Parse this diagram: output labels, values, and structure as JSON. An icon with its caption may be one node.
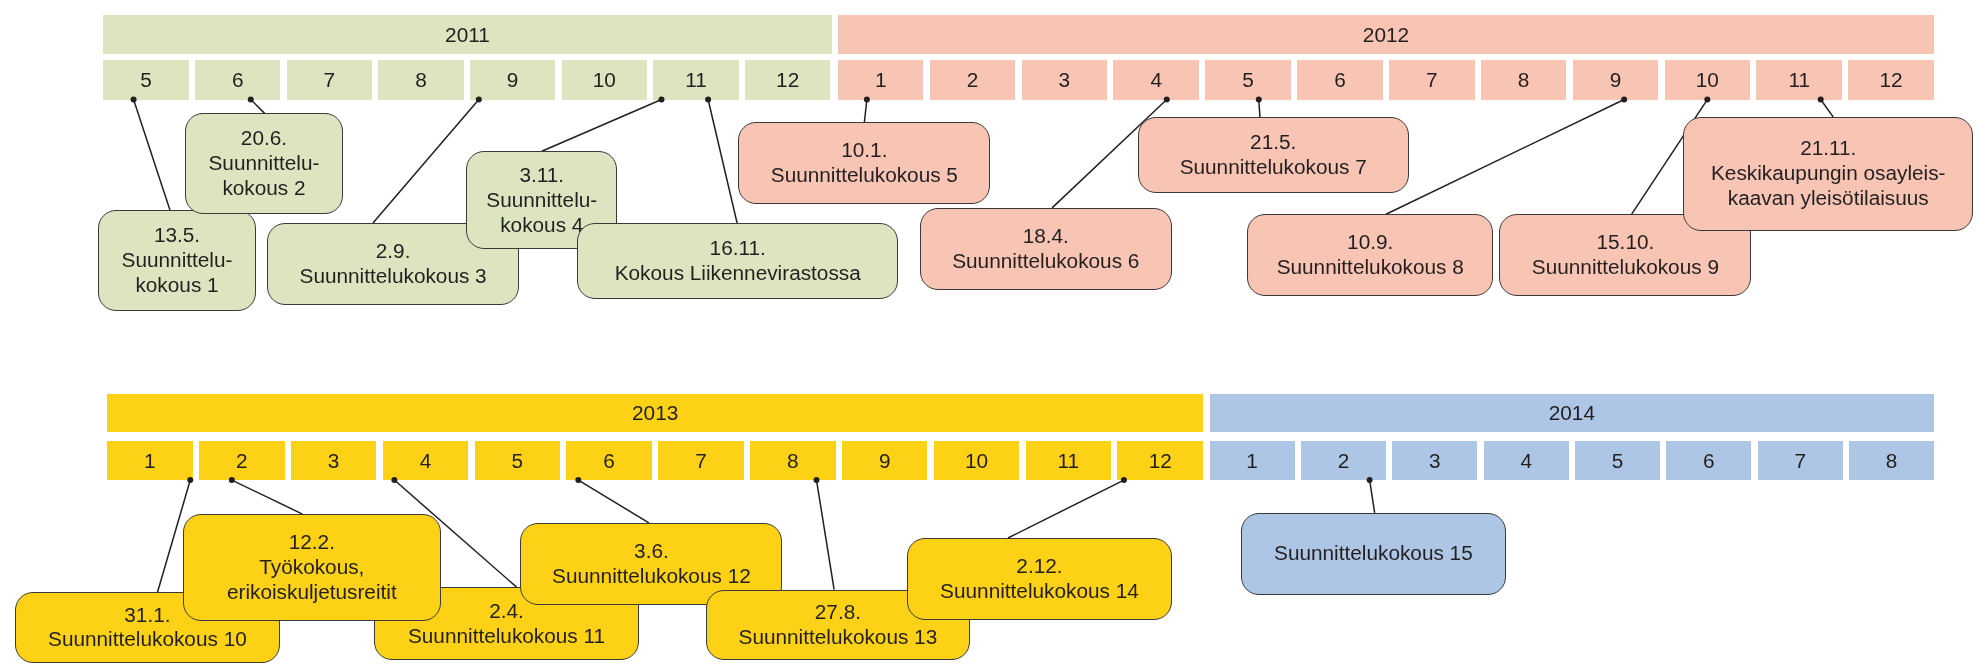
{
  "diagram": {
    "nodes": [
      {
        "text": [
          "2011"
        ]
      },
      {
        "text": [
          "2012"
        ]
      },
      {
        "text": [
          "5"
        ]
      },
      {
        "text": [
          "6"
        ]
      },
      {
        "text": [
          "7"
        ]
      },
      {
        "text": [
          "8"
        ]
      },
      {
        "text": [
          "9"
        ]
      },
      {
        "text": [
          "10"
        ]
      },
      {
        "text": [
          "11"
        ]
      },
      {
        "text": [
          "12"
        ]
      },
      {
        "text": [
          "1"
        ]
      },
      {
        "text": [
          "2"
        ]
      },
      {
        "text": [
          "3"
        ]
      },
      {
        "text": [
          "4"
        ]
      },
      {
        "text": [
          "5"
        ]
      },
      {
        "text": [
          "6"
        ]
      },
      {
        "text": [
          "7"
        ]
      },
      {
        "text": [
          "8"
        ]
      },
      {
        "text": [
          "9"
        ]
      },
      {
        "text": [
          "10"
        ]
      },
      {
        "text": [
          "11"
        ]
      },
      {
        "text": [
          "12"
        ]
      },
      {
        "text": [
          "13.5.",
          "Suunnittelu- kokous 1"
        ]
      },
      {
        "text": [
          "20.6.",
          "Suunnittelu- kokous 2"
        ]
      },
      {
        "text": [
          "2.9.",
          "Suunnittelukokous 3"
        ]
      },
      {
        "text": [
          "3.11.",
          "Suunnittelu- kokous 4"
        ]
      },
      {
        "text": [
          "16.11.",
          "Kokous Liikennevirastossa"
        ]
      },
      {
        "text": [
          "10.1.",
          "Suunnittelukokous 5"
        ]
      },
      {
        "text": [
          "18.4.",
          "Suunnittelukokous 6"
        ]
      },
      {
        "text": [
          "21.5.",
          "Suunnittelukokous 7"
        ]
      },
      {
        "text": [
          "10.9.",
          "Suunnittelukokous 8"
        ]
      },
      {
        "text": [
          "15.10.",
          "Suunnittelukokous 9"
        ]
      },
      {
        "text": [
          "21.11.",
          "Keskikaupungin osayleis- kaavan yleisötilaisuus"
        ]
      },
      {
        "text": [
          "2013"
        ]
      },
      {
        "text": [
          "2014"
        ]
      },
      {
        "text": [
          "1"
        ]
      },
      {
        "text": [
          "2"
        ]
      },
      {
        "text": [
          "3"
        ]
      },
      {
        "text": [
          "4"
        ]
      },
      {
        "text": [
          "5"
        ]
      },
      {
        "text": [
          "6"
        ]
      },
      {
        "text": [
          "7"
        ]
      },
      {
        "text": [
          "8"
        ]
      },
      {
        "text": [
          "9"
        ]
      },
      {
        "text": [
          "10"
        ]
      },
      {
        "text": [
          "11"
        ]
      },
      {
        "text": [
          "12"
        ]
      },
      {
        "text": [
          "1"
        ]
      },
      {
        "text": [
          "2"
        ]
      },
      {
        "text": [
          "3"
        ]
      },
      {
        "text": [
          "4"
        ]
      },
      {
        "text": [
          "5"
        ]
      },
      {
        "text": [
          "6"
        ]
      },
      {
        "text": [
          "7"
        ]
      },
      {
        "text": [
          "8"
        ]
      },
      {
        "text": [
          "31.1.",
          "Suunnittelukokous 10"
        ]
      },
      {
        "text": [
          "12.2.",
          "Työkokous, erikoiskuljetusreitit"
        ]
      },
      {
        "text": [
          "2.4.",
          "Suunnittelukokous 11"
        ]
      },
      {
        "text": [
          "3.6.",
          "Suunnittelukokous 12"
        ]
      },
      {
        "text": [
          "27.8.",
          "Suunnittelukokous 13"
        ]
      },
      {
        "text": [
          "2.12.",
          "Suunnittelukokous 14"
        ]
      },
      {
        "text": [
          "Suunnittelukokous 15"
        ]
      }
    ],
    "edges": [
      {
        "from": 22,
        "to": 2,
        "arrow": "other"
      },
      {
        "from": 23,
        "to": 3,
        "arrow": "other"
      },
      {
        "from": 24,
        "to": 6,
        "arrow": "other"
      },
      {
        "from": 25,
        "to": 8,
        "arrow": "other"
      },
      {
        "from": 26,
        "to": 8,
        "arrow": "other"
      },
      {
        "from": 27,
        "to": 10,
        "arrow": "other"
      },
      {
        "from": 28,
        "to": 13,
        "arrow": "other"
      },
      {
        "from": 29,
        "to": 14,
        "arrow": "other"
      },
      {
        "from": 30,
        "to": 18,
        "arrow": "other"
      },
      {
        "from": 31,
        "to": 19,
        "arrow": "other"
      },
      {
        "from": 32,
        "to": 20,
        "arrow": "other"
      },
      {
        "from": 55,
        "to": 35,
        "arrow": "other"
      },
      {
        "from": 56,
        "to": 36,
        "arrow": "other"
      },
      {
        "from": 57,
        "to": 38,
        "arrow": "other"
      },
      {
        "from": 58,
        "to": 40,
        "arrow": "other"
      },
      {
        "from": 59,
        "to": 42,
        "arrow": "other"
      },
      {
        "from": 60,
        "to": 46,
        "arrow": "other"
      },
      {
        "from": 61,
        "to": 48,
        "arrow": "other"
      }
    ]
  }
}
